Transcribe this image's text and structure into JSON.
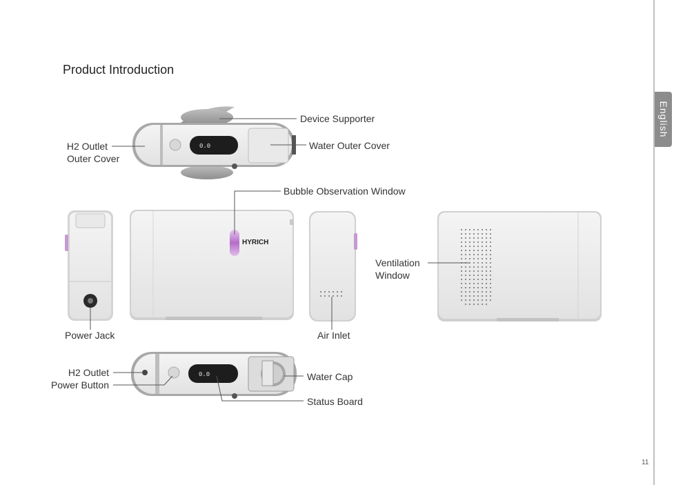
{
  "page": {
    "title": "Product Introduction",
    "language_tab": "English",
    "page_number": "11"
  },
  "device": {
    "brand_logo": "HYRICH",
    "display_digits": "0.0"
  },
  "labels": {
    "device_supporter": "Device Supporter",
    "h2_outlet_outer_cover_1": "H2 Outlet",
    "h2_outlet_outer_cover_2": "Outer Cover",
    "water_outer_cover": "Water Outer Cover",
    "bubble_observation_window": "Bubble Observation Window",
    "ventilation_window_1": "Ventilation",
    "ventilation_window_2": "Window",
    "power_jack": "Power Jack",
    "air_inlet": "Air Inlet",
    "h2_outlet": "H2 Outlet",
    "power_button": "Power Button",
    "water_cap": "Water Cap",
    "status_board": "Status Board"
  }
}
